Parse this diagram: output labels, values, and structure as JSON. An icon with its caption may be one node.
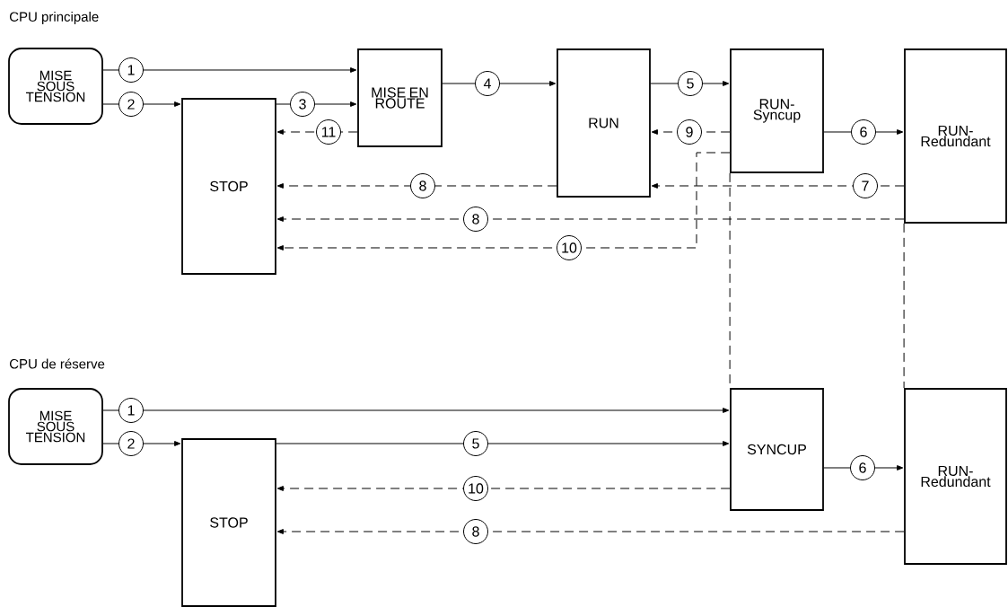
{
  "diagram": {
    "nodes": [
      {
        "text": [
          "MISE SOUS TENSION"
        ]
      },
      {
        "text": [
          "MISE EN ROUTE"
        ]
      },
      {
        "text": [
          "STOP"
        ]
      },
      {
        "text": [
          "RUN"
        ]
      },
      {
        "text": [
          "RUN-Syncup"
        ]
      },
      {
        "text": [
          "RUN-Redundant"
        ]
      },
      {
        "text": [
          "MISE SOUS TENSION"
        ]
      },
      {
        "text": [
          "STOP"
        ]
      },
      {
        "text": [
          "SYNCUP"
        ]
      },
      {
        "text": [
          "RUN-Redundant"
        ]
      }
    ],
    "edges": [
      {
        "from": 0,
        "to": 1,
        "arrow": "to",
        "label": "1"
      },
      {
        "from": 0,
        "to": 2,
        "arrow": "to",
        "label": "2"
      },
      {
        "from": 2,
        "to": 1,
        "arrow": "to",
        "label": "3"
      },
      {
        "from": 1,
        "to": 2,
        "arrow": "to",
        "label": "11",
        "style": "dashed"
      },
      {
        "from": 1,
        "to": 3,
        "arrow": "to",
        "label": "4"
      },
      {
        "from": 3,
        "to": 4,
        "arrow": "to",
        "label": "5"
      },
      {
        "from": 4,
        "to": 3,
        "arrow": "to",
        "label": "9",
        "style": "dashed"
      },
      {
        "from": 4,
        "to": 5,
        "arrow": "to",
        "label": "6"
      },
      {
        "from": 3,
        "to": 2,
        "arrow": "to",
        "label": "8",
        "style": "dashed"
      },
      {
        "from": 5,
        "to": 3,
        "arrow": "to",
        "label": "7",
        "style": "dashed"
      },
      {
        "from": 5,
        "to": 2,
        "arrow": "to",
        "label": "8",
        "style": "dashed"
      },
      {
        "from": 4,
        "to": 2,
        "arrow": "to",
        "label": "10",
        "style": "dashed"
      },
      {
        "from": 4,
        "to": 8,
        "arrow": "none",
        "style": "dashed"
      },
      {
        "from": 5,
        "to": 9,
        "arrow": "none",
        "style": "dashed"
      },
      {
        "from": 6,
        "to": 8,
        "arrow": "to",
        "label": "1"
      },
      {
        "from": 6,
        "to": 7,
        "arrow": "to",
        "label": "2"
      },
      {
        "from": 7,
        "to": 8,
        "arrow": "to",
        "label": "5"
      },
      {
        "from": 8,
        "to": 9,
        "arrow": "to",
        "label": "6"
      },
      {
        "from": 8,
        "to": 7,
        "arrow": "to",
        "label": "10",
        "style": "dashed"
      },
      {
        "from": 9,
        "to": 7,
        "arrow": "to",
        "label": "8",
        "style": "dashed"
      }
    ],
    "labels": [
      "CPU principale",
      "CPU de réserve"
    ]
  }
}
